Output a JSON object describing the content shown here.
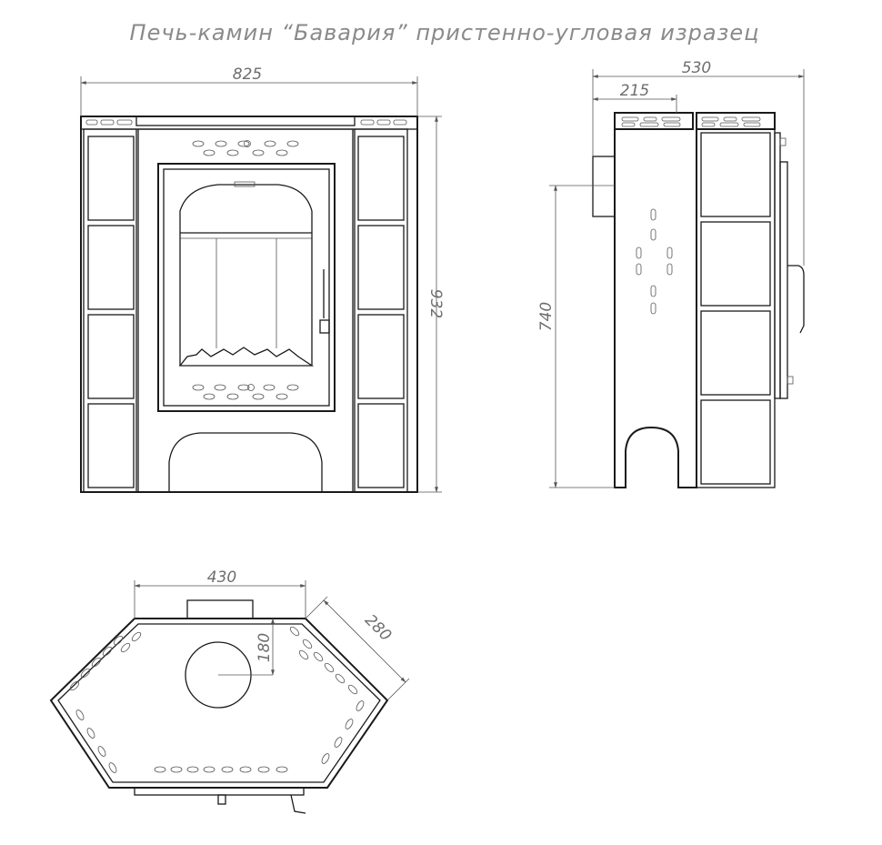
{
  "title": "Печь-камин “Бавария” пристенно-угловая изразец",
  "views": {
    "front": {
      "width_label": "825",
      "height_label": "932"
    },
    "side": {
      "depth_label": "530",
      "flue_offset_label": "215",
      "flue_height_label": "740"
    },
    "top": {
      "rear_width_label": "430",
      "side_length_label": "280",
      "flue_offset_label": "180"
    }
  }
}
